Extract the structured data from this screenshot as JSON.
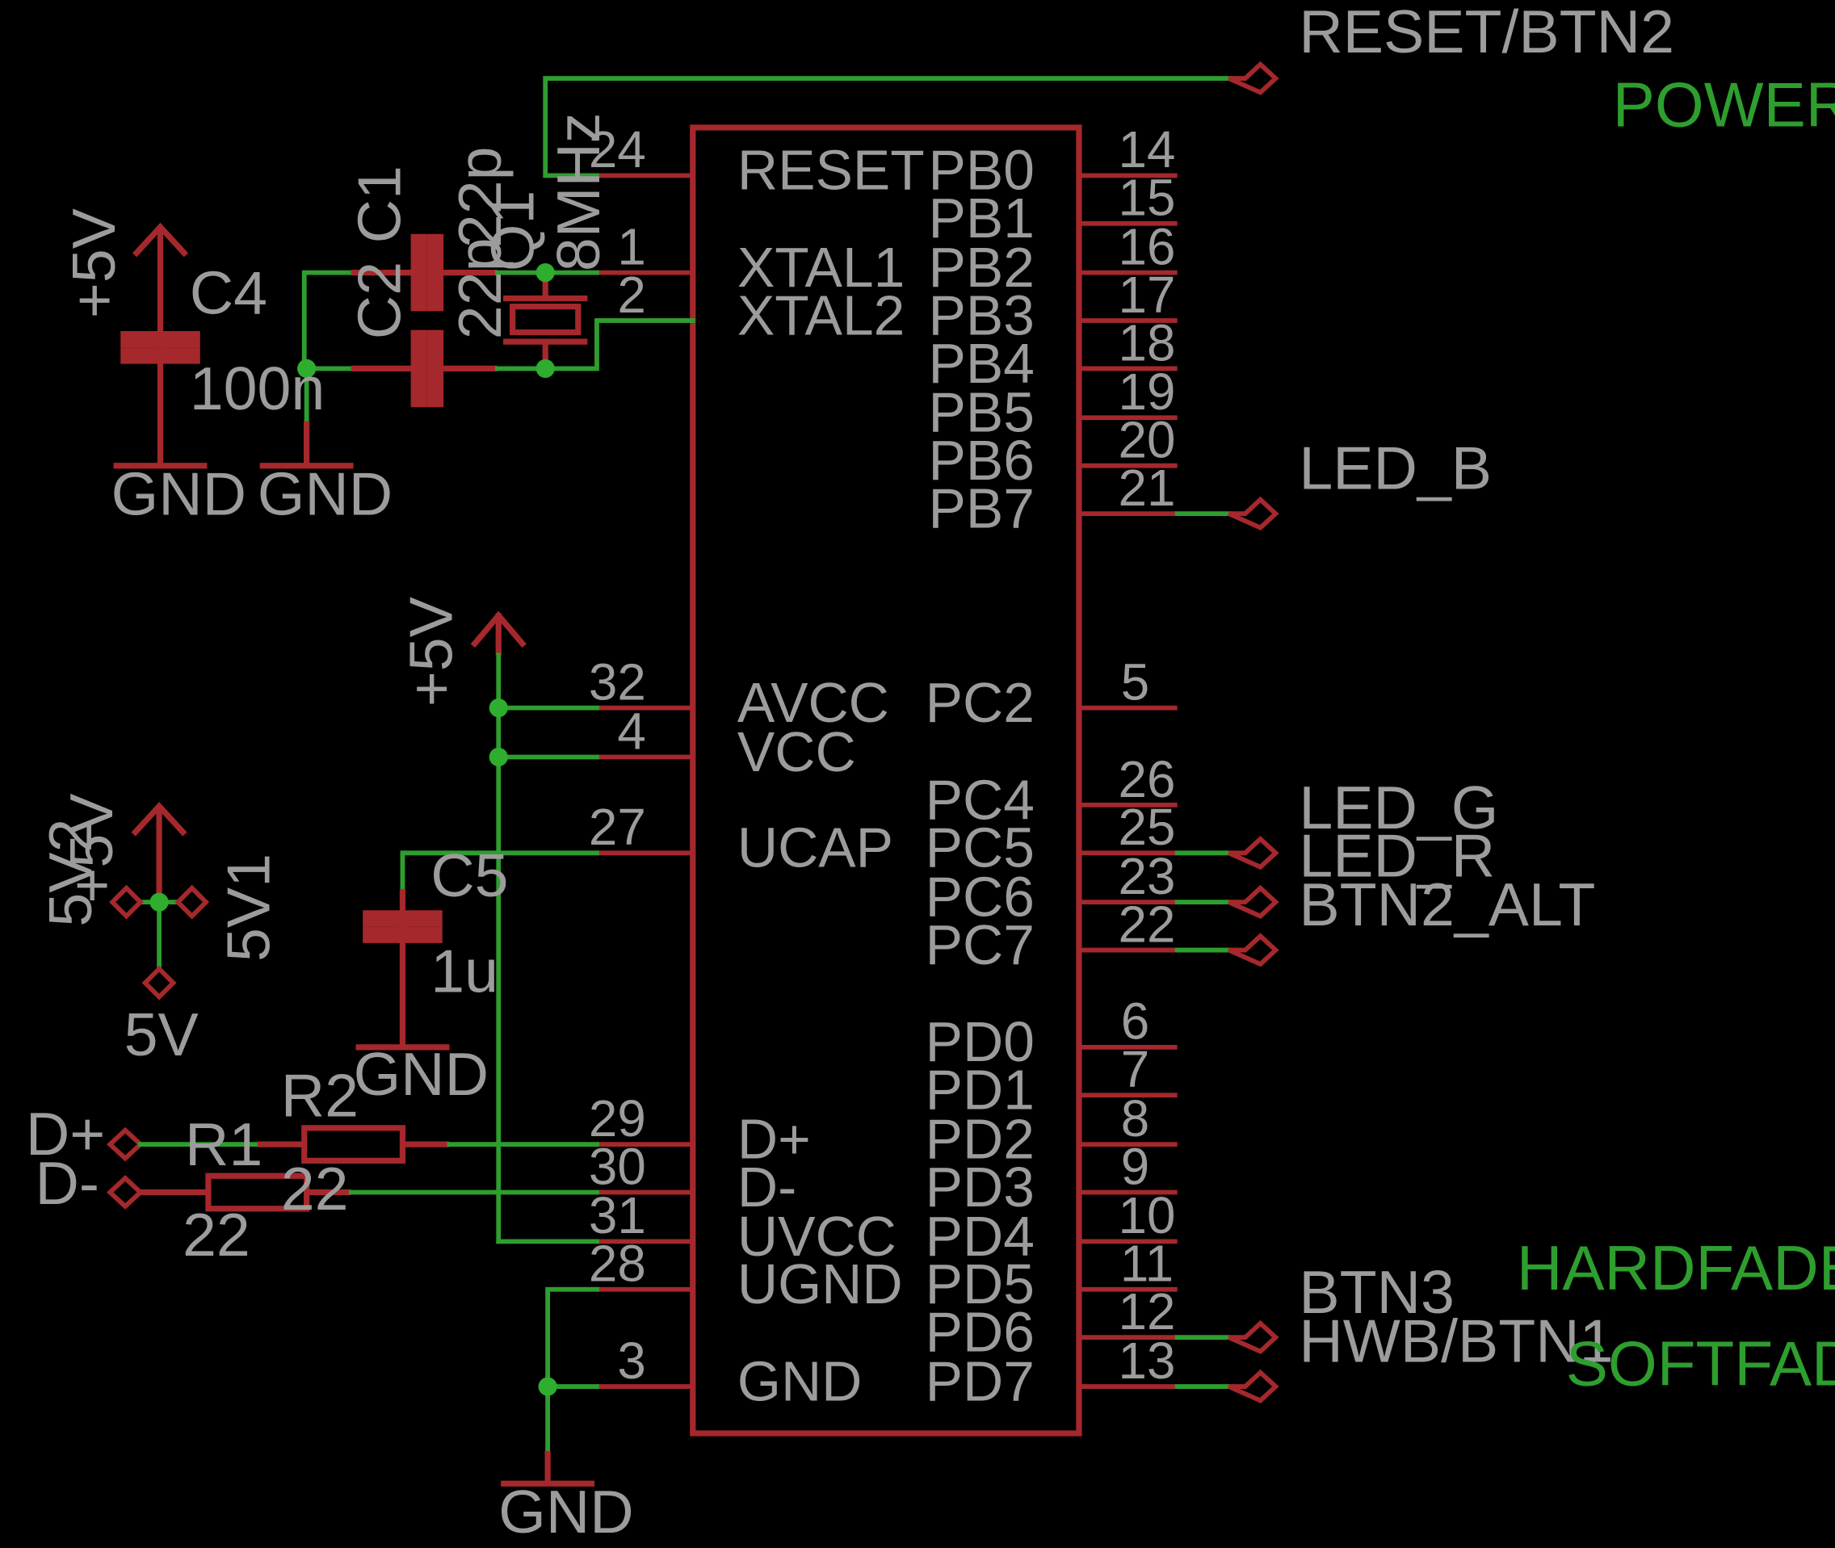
{
  "mcu": {
    "left_pins": [
      {
        "name": "RESET",
        "num": "24"
      },
      {
        "name": "XTAL1",
        "num": "1"
      },
      {
        "name": "XTAL2",
        "num": "2"
      },
      {
        "name": "AVCC",
        "num": "32"
      },
      {
        "name": "VCC",
        "num": "4"
      },
      {
        "name": "UCAP",
        "num": "27"
      },
      {
        "name": "D+",
        "num": "29"
      },
      {
        "name": "D-",
        "num": "30"
      },
      {
        "name": "UVCC",
        "num": "31"
      },
      {
        "name": "UGND",
        "num": "28"
      },
      {
        "name": "GND",
        "num": "3"
      }
    ],
    "right_pins": [
      {
        "name": "PB0",
        "num": "14"
      },
      {
        "name": "PB1",
        "num": "15"
      },
      {
        "name": "PB2",
        "num": "16"
      },
      {
        "name": "PB3",
        "num": "17"
      },
      {
        "name": "PB4",
        "num": "18"
      },
      {
        "name": "PB5",
        "num": "19"
      },
      {
        "name": "PB6",
        "num": "20"
      },
      {
        "name": "PB7",
        "num": "21"
      },
      {
        "name": "PC2",
        "num": "5"
      },
      {
        "name": "PC4",
        "num": "26"
      },
      {
        "name": "PC5",
        "num": "25"
      },
      {
        "name": "PC6",
        "num": "23"
      },
      {
        "name": "PC7",
        "num": "22"
      },
      {
        "name": "PD0",
        "num": "6"
      },
      {
        "name": "PD1",
        "num": "7"
      },
      {
        "name": "PD2",
        "num": "8"
      },
      {
        "name": "PD3",
        "num": "9"
      },
      {
        "name": "PD4",
        "num": "10"
      },
      {
        "name": "PD5",
        "num": "11"
      },
      {
        "name": "PD6",
        "num": "12"
      },
      {
        "name": "PD7",
        "num": "13"
      }
    ]
  },
  "components": {
    "c1": {
      "name": "C1",
      "value": "22p"
    },
    "c2": {
      "name": "C2",
      "value": "22p"
    },
    "c4": {
      "name": "C4",
      "value": "100n"
    },
    "c5": {
      "name": "C5",
      "value": "1u"
    },
    "q1": {
      "name": "Q1",
      "value": "8MHz"
    },
    "r1": {
      "name": "R1",
      "value": "22"
    },
    "r2": {
      "name": "R2",
      "value": "22"
    }
  },
  "supplies": {
    "vplus": "+5V",
    "gnd": "GND"
  },
  "connector": {
    "name_a": "5V2",
    "name_b": "5V1",
    "label": "5V"
  },
  "nets": {
    "reset": "RESET/BTN2",
    "led_b": "LED_B",
    "led_g": "LED_G",
    "led_r": "LED_R",
    "btn2_alt": "BTN2_ALT",
    "btn3": "BTN3",
    "hwb": "HWB/BTN1",
    "dplus": "D+",
    "dminus": "D-"
  },
  "notes": {
    "power": "POWER",
    "hardfade": "HARDFADE",
    "softfade": "SOFTFADE"
  }
}
